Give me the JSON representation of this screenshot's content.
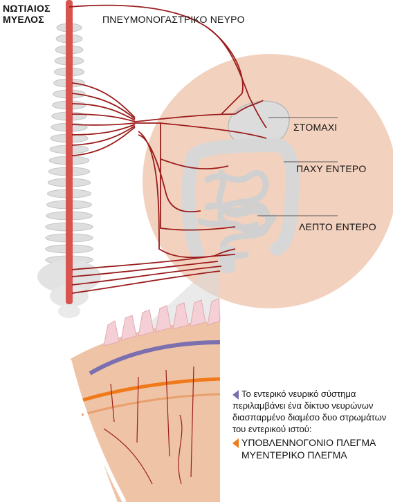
{
  "labels": {
    "spinal_cord": [
      "ΝΩΤΙΑΙΟΣ",
      "ΜΥΕΛΟΣ"
    ],
    "vagus_nerve": "ΠΝΕΥΜΟΝΟΓΑΣΤΡΙΚΟ ΝΕΥΡΟ",
    "stomach": "ΣΤΟΜΑΧΙ",
    "large_intestine": "ΠΑΧΥ ΕΝΤΕΡΟ",
    "small_intestine": "ΛΕΠΤΟ ΕΝΤΕΡΟ"
  },
  "description": [
    "Το εντερικό νευρικό σύστημα",
    "περιλαμβάνει ένα δίκτυο νευρώνων",
    "διασπαρμένο διαμέσο δυο στρωμάτων",
    "του εντερικού ιστού:"
  ],
  "legend": [
    {
      "label": "ΥΠΟΒΛΕΝΝΟΓΟΝΙΟ ΠΛΕΓΜΑ",
      "color": "#7b6fb0"
    },
    {
      "label": "ΜΥΕΝΤΕΡΙΚΟ ΠΛΕΓΜΑ",
      "color": "#f07a1a"
    }
  ],
  "colors": {
    "nerve": "#9b1c1c",
    "spinal_cord": "#d9534f",
    "abdomen_circle": "#f2d2bf",
    "tissue": "#f0b48d",
    "submucosal": "#7b6fb0",
    "myenteric": "#f07a1a"
  }
}
